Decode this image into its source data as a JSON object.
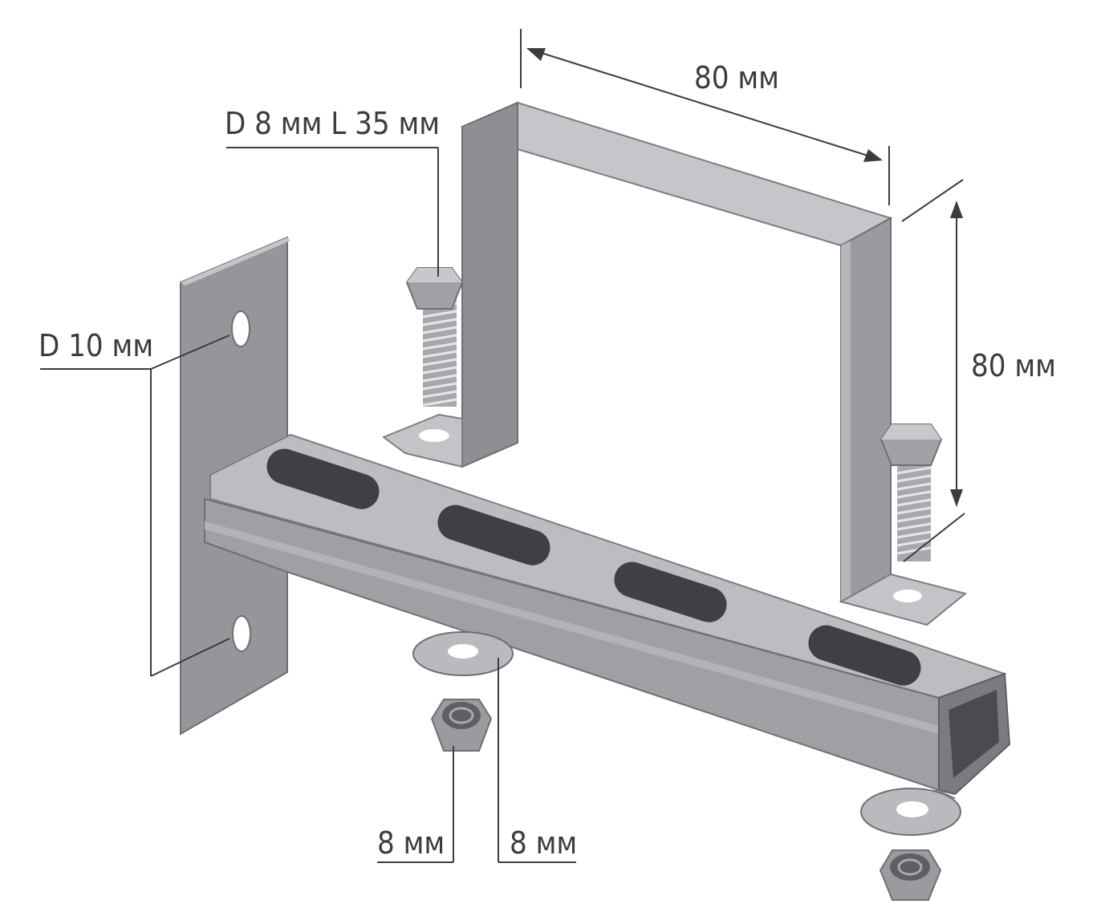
{
  "labels": {
    "bolt": "D 8 мм L 35 мм",
    "width": "80 мм",
    "height": "80 мм",
    "hole": "D 10 мм",
    "nut": "8 мм",
    "washer": "8 мм"
  },
  "colors": {
    "metal_light": "#c6c7c9",
    "metal_mid": "#a9aaad",
    "metal_dark": "#86878a",
    "slot": "#3f4043",
    "line": "#3c3c3f"
  }
}
